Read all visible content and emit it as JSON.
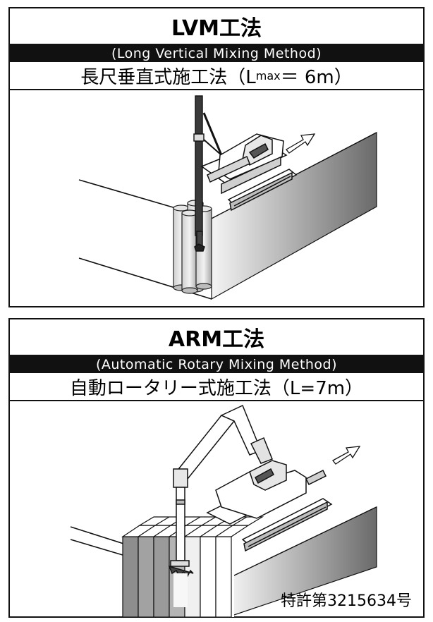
{
  "lvm": {
    "title": "LVM工法",
    "band": "(Long Vertical Mixing Method)",
    "sub_prefix": "長尺垂直式施工法（L",
    "sub_small": "max",
    "sub_suffix": "＝ 6m）"
  },
  "arm": {
    "title": "ARM工法",
    "band": "(Automatic Rotary Mixing Method)",
    "sub": "自動ロータリー式施工法（L=7m）",
    "patent": "特許第3215634号"
  },
  "colors": {
    "frame": "#111111",
    "band_bg": "#111111",
    "band_text": "#ffffff",
    "wall_gray": "#7a7a7a"
  }
}
